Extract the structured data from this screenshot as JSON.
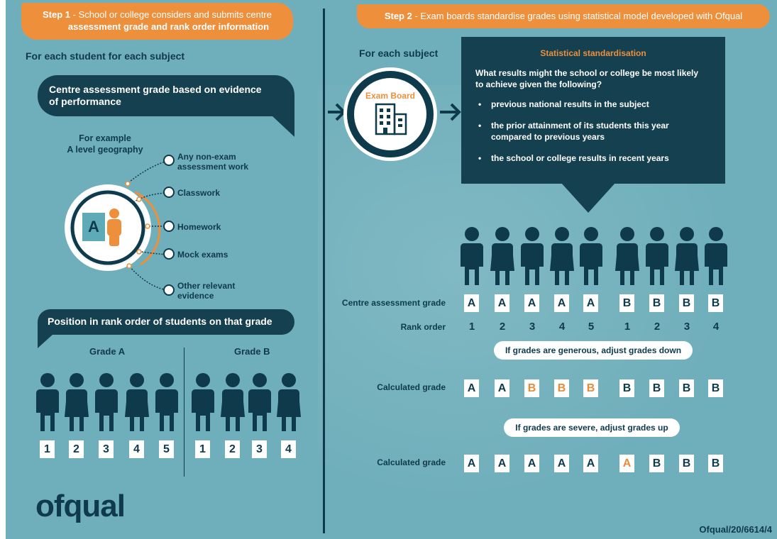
{
  "step1": {
    "title": "Step 1 - School or college considers and submits centre assessment grade and rank order information",
    "title_prefix": "Step 1",
    "title_rest_line1": " - School or college considers and submits centre",
    "title_line2": "assessment grade and rank order information",
    "for_each": "For each student for each subject",
    "cag_bubble": "Centre assessment grade based on evidence of performance",
    "cag_bubble_l1": "Centre assessment grade based on evidence",
    "cag_bubble_l2": "of performance",
    "example_l1": "For example",
    "example_l2": "A level geography",
    "avatar_letter": "A",
    "evidence": [
      "Any non-exam assessment work",
      "Classwork",
      "Homework",
      "Mock exams",
      "Other relevant evidence"
    ],
    "evidence_split": [
      [
        "Any non-exam",
        "assessment work"
      ],
      [
        "Classwork"
      ],
      [
        "Homework"
      ],
      [
        "Mock exams"
      ],
      [
        "Other relevant",
        "evidence"
      ]
    ],
    "rank_bubble": "Position in rank order of students on that grade",
    "grade_a_label": "Grade A",
    "grade_b_label": "Grade B",
    "grade_a_ranks": [
      "1",
      "2",
      "3",
      "4",
      "5"
    ],
    "grade_b_ranks": [
      "1",
      "2",
      "3",
      "4"
    ]
  },
  "step2": {
    "title_prefix": "Step 2",
    "title_rest": " - Exam boards standardise grades using statistical model developed with Ofqual",
    "for_each": "For each subject",
    "exam_board": "Exam Board",
    "stat_title": "Statistical standardisation",
    "question_l1": "What results might the school or college be most likely",
    "question_l2": "to achieve given the following?",
    "bullets": [
      [
        "previous national results in the subject"
      ],
      [
        "the prior attainment of its students this year",
        "compared to previous years"
      ],
      [
        "the school or college results in recent years"
      ]
    ],
    "row_cag_label": "Centre assessment grade",
    "row_rank_label": "Rank order",
    "cag": [
      "A",
      "A",
      "A",
      "A",
      "A",
      "B",
      "B",
      "B",
      "B"
    ],
    "rank": [
      "1",
      "2",
      "3",
      "4",
      "5",
      "1",
      "2",
      "3",
      "4"
    ],
    "generous_note": "If grades are generous, adjust grades down",
    "calc_label_1": "Calculated grade",
    "calc_down": [
      "A",
      "A",
      "B",
      "B",
      "B",
      "B",
      "B",
      "B",
      "B"
    ],
    "calc_down_changed": [
      false,
      false,
      true,
      true,
      true,
      false,
      false,
      false,
      false
    ],
    "severe_note": "If grades are severe, adjust grades up",
    "calc_label_2": "Calculated grade",
    "calc_up": [
      "A",
      "A",
      "A",
      "A",
      "A",
      "A",
      "B",
      "B",
      "B"
    ],
    "calc_up_changed": [
      false,
      false,
      false,
      false,
      false,
      true,
      false,
      false,
      false
    ]
  },
  "logo": "ofqual",
  "reference": "Ofqual/20/6614/4",
  "colors": {
    "orange": "#ee8f3c",
    "dark_teal": "#14404f",
    "background": "#6fafbb"
  }
}
